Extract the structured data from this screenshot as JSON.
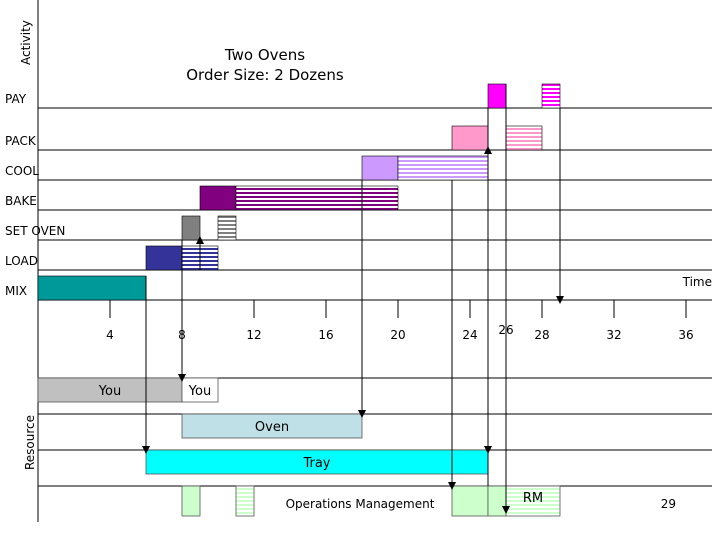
{
  "title_line1": "Two Ovens",
  "title_line2": "Order Size: 2 Dozens",
  "y_axis_label": "Activity",
  "resource_axis_label": "Resource",
  "time_label": "Time",
  "footer": "Operations Management",
  "page_number": "29",
  "colors": {
    "mix": "#009999",
    "load": "#333399",
    "set_oven": "#808080",
    "bake": "#800080",
    "cool": "#cc99ff",
    "pack": "#ff99cc",
    "pay": "#ff00ff",
    "you": "#c0c0c0",
    "oven": "#bfe0e6",
    "tray": "#00ffff",
    "rm": "#ccffcc"
  },
  "chart_data": {
    "type": "gantt",
    "activities": [
      "PAY",
      "PACK",
      "COOL",
      "BAKE",
      "SET OVEN",
      "LOAD",
      "MIX"
    ],
    "x_ticks": [
      4,
      8,
      12,
      16,
      20,
      24,
      26,
      28,
      32,
      36
    ],
    "xlim": [
      0,
      38
    ],
    "tasks": [
      {
        "row": "MIX",
        "start": 0,
        "end": 6,
        "fill": "solid",
        "color": "mix"
      },
      {
        "row": "LOAD",
        "start": 6,
        "end": 8,
        "fill": "solid",
        "color": "load"
      },
      {
        "row": "LOAD",
        "start": 8,
        "end": 10,
        "fill": "striped",
        "color": "load"
      },
      {
        "row": "SET OVEN",
        "start": 8,
        "end": 9,
        "fill": "solid",
        "color": "set_oven"
      },
      {
        "row": "SET OVEN",
        "start": 10,
        "end": 11,
        "fill": "striped",
        "color": "set_oven"
      },
      {
        "row": "BAKE",
        "start": 9,
        "end": 11,
        "fill": "solid",
        "color": "bake"
      },
      {
        "row": "BAKE",
        "start": 11,
        "end": 20,
        "fill": "striped",
        "color": "bake"
      },
      {
        "row": "COOL",
        "start": 18,
        "end": 20,
        "fill": "solid",
        "color": "cool"
      },
      {
        "row": "COOL",
        "start": 20,
        "end": 25,
        "fill": "striped",
        "color": "cool"
      },
      {
        "row": "PACK",
        "start": 23,
        "end": 25,
        "fill": "solid",
        "color": "pack"
      },
      {
        "row": "PACK",
        "start": 26,
        "end": 28,
        "fill": "striped",
        "color": "pack"
      },
      {
        "row": "PAY",
        "start": 25,
        "end": 26,
        "fill": "solid",
        "color": "pay"
      },
      {
        "row": "PAY",
        "start": 28,
        "end": 29,
        "fill": "striped",
        "color": "pay"
      }
    ],
    "resources": [
      {
        "name": "You",
        "start": 0,
        "end": 8,
        "fill": "solid",
        "color": "you",
        "label": "You"
      },
      {
        "name": "You",
        "start": 8,
        "end": 10,
        "fill": "outline",
        "color": "you",
        "label": "You"
      },
      {
        "name": "Oven",
        "start": 8,
        "end": 18,
        "fill": "solid",
        "color": "oven",
        "label": "Oven"
      },
      {
        "name": "Tray",
        "start": 6,
        "end": 25,
        "fill": "solid",
        "color": "tray",
        "label": "Tray"
      },
      {
        "name": "RM",
        "start": 8,
        "end": 9,
        "fill": "solid",
        "color": "rm",
        "label": ""
      },
      {
        "name": "RM",
        "start": 11,
        "end": 12,
        "fill": "striped",
        "color": "rm",
        "label": ""
      },
      {
        "name": "RM",
        "start": 23,
        "end": 25,
        "fill": "solid",
        "color": "rm",
        "label": ""
      },
      {
        "name": "RM",
        "start": 25,
        "end": 26,
        "fill": "solid",
        "color": "rm",
        "label": ""
      },
      {
        "name": "RM",
        "start": 26,
        "end": 29,
        "fill": "striped",
        "color": "rm",
        "label": "RM"
      }
    ]
  }
}
